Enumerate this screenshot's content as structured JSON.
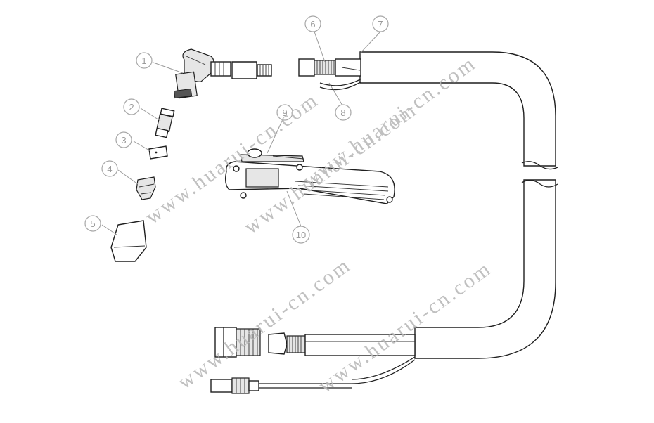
{
  "callouts": [
    {
      "id": "1",
      "label": "1"
    },
    {
      "id": "2",
      "label": "2"
    },
    {
      "id": "3",
      "label": "3"
    },
    {
      "id": "4",
      "label": "4"
    },
    {
      "id": "5",
      "label": "5"
    },
    {
      "id": "6",
      "label": "6"
    },
    {
      "id": "7",
      "label": "7"
    },
    {
      "id": "8",
      "label": "8"
    },
    {
      "id": "9",
      "label": "9"
    },
    {
      "id": "10",
      "label": "10"
    }
  ],
  "watermark": {
    "text": "www.huarui-cn.com"
  }
}
